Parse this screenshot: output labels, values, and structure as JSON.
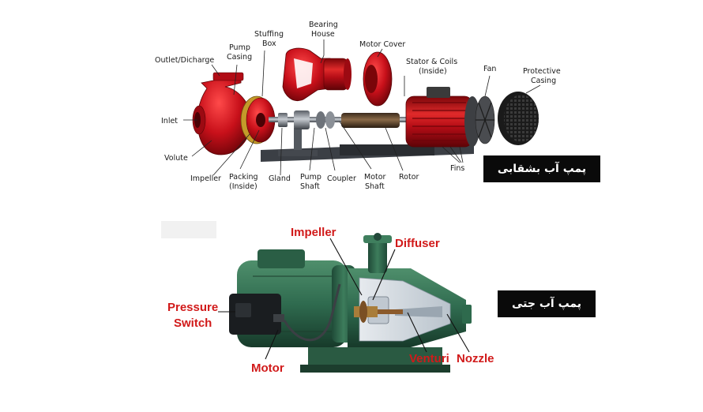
{
  "top_diagram": {
    "labels": {
      "outlet": "Outlet/Dicharge",
      "pump_casing_1": "Pump",
      "pump_casing_2": "Casing",
      "stuffing_box_1": "Stuffing",
      "stuffing_box_2": "Box",
      "bearing_house_1": "Bearing",
      "bearing_house_2": "House",
      "motor_cover": "Motor Cover",
      "stator_1": "Stator & Coils",
      "stator_2": "(Inside)",
      "fan": "Fan",
      "protective_1": "Protective",
      "protective_2": "Casing",
      "inlet": "Inlet",
      "volute": "Volute",
      "impeller": "Impeller",
      "packing_1": "Packing",
      "packing_2": "(Inside)",
      "gland": "Gland",
      "pump_shaft_1": "Pump",
      "pump_shaft_2": "Shaft",
      "coupler": "Coupler",
      "motor_shaft_1": "Motor",
      "motor_shaft_2": "Shaft",
      "rotor": "Rotor",
      "fins": "Fins"
    },
    "badge": "پمپ آب بشقابی"
  },
  "bottom_diagram": {
    "labels": {
      "impeller": "Impeller",
      "diffuser": "Diffuser",
      "pressure_switch_1": "Pressure",
      "pressure_switch_2": "Switch",
      "motor": "Motor",
      "venturi": "Venturi",
      "nozzle": "Nozzle"
    },
    "badge": "پمپ آب جتی"
  },
  "colors": {
    "pump_red": "#c8101a",
    "motor_green": "#2f6b4f",
    "label_red": "#d11a1a",
    "badge_bg": "#0a0a0a"
  }
}
